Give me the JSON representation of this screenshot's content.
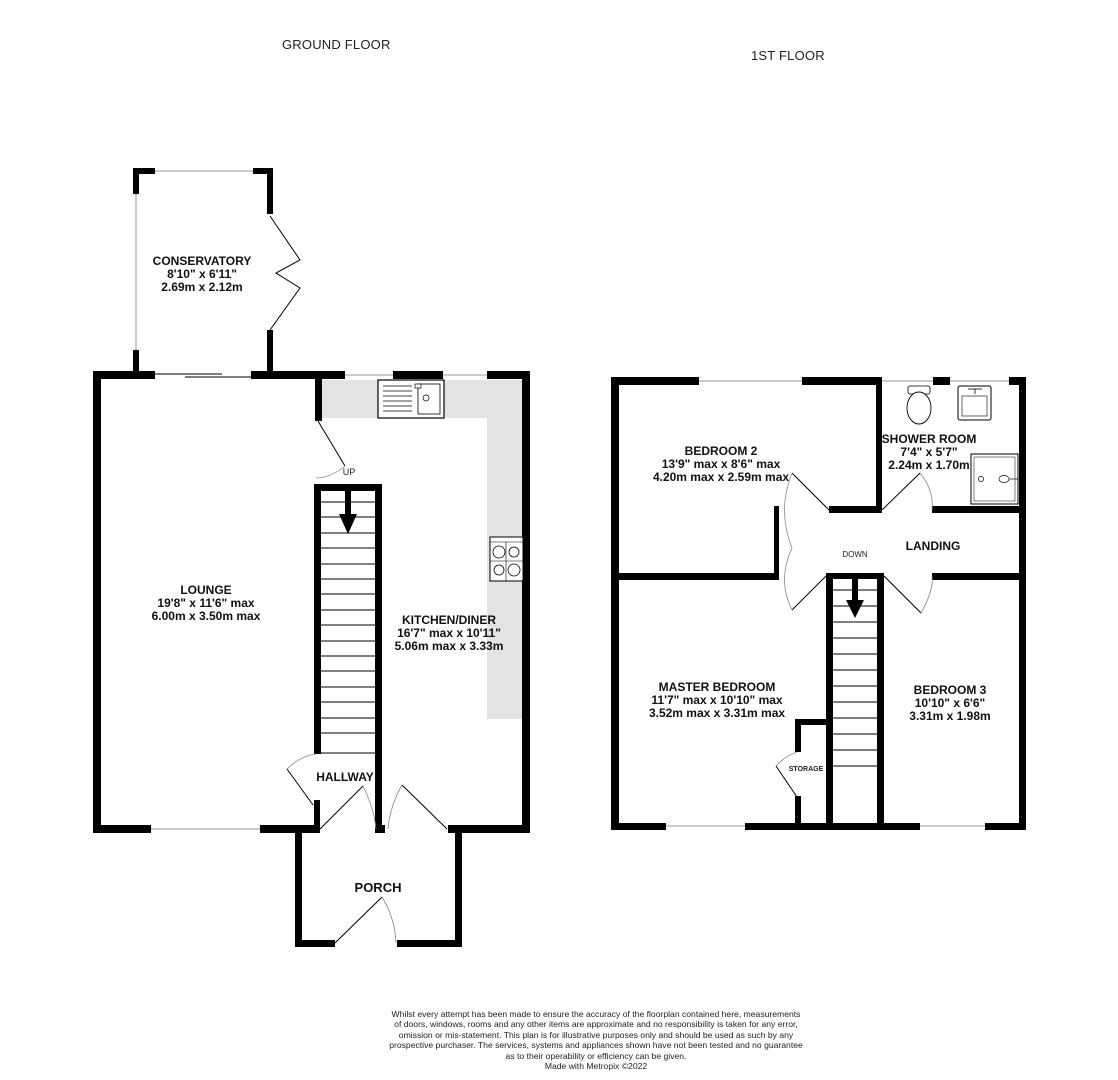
{
  "floors": {
    "ground": {
      "title": "GROUND FLOOR"
    },
    "first": {
      "title": "1ST FLOOR"
    }
  },
  "rooms": {
    "conservatory": {
      "name": "CONSERVATORY",
      "dim_imperial": "8'10\"  x 6'11\"",
      "dim_metric": "2.69m  x 2.12m"
    },
    "lounge": {
      "name": "LOUNGE",
      "dim_imperial": "19'8\"  x 11'6\" max",
      "dim_metric": "6.00m  x 3.50m max"
    },
    "kitchen": {
      "name": "KITCHEN/DINER",
      "dim_imperial": "16'7\" max x 10'11\"",
      "dim_metric": "5.06m max x 3.33m"
    },
    "hallway": {
      "name": "HALLWAY"
    },
    "porch": {
      "name": "PORCH"
    },
    "bedroom2": {
      "name": "BEDROOM 2",
      "dim_imperial": "13'9\" max x 8'6\" max",
      "dim_metric": "4.20m max x 2.59m max"
    },
    "shower": {
      "name": "SHOWER ROOM",
      "dim_imperial": "7'4\"  x 5'7\"",
      "dim_metric": "2.24m  x 1.70m"
    },
    "landing": {
      "name": "LANDING"
    },
    "master": {
      "name": "MASTER BEDROOM",
      "dim_imperial": "11'7\" max x 10'10\" max",
      "dim_metric": "3.52m max x 3.31m max"
    },
    "bedroom3": {
      "name": "BEDROOM 3",
      "dim_imperial": "10'10\"  x 6'6\"",
      "dim_metric": "3.31m  x 1.98m"
    },
    "storage": {
      "name": "STORAGE"
    }
  },
  "stair_labels": {
    "up": "UP",
    "down": "DOWN"
  },
  "colors": {
    "wall": "#000000",
    "window": "#bbbbbb",
    "worktop": "#e3e3e3",
    "background": "#ffffff"
  },
  "disclaimer": {
    "lines": [
      "Whilst every attempt has been made to ensure the accuracy of the floorplan contained here, measurements",
      "of doors, windows, rooms and any other items are approximate and no responsibility is taken for any error,",
      "omission or mis-statement. This plan is for illustrative purposes only and should be used as such by any",
      "prospective purchaser. The services, systems and appliances shown have not been tested and no guarantee",
      "as to their operability or efficiency can be given."
    ],
    "credit": "Made with Metropix ©2022"
  }
}
